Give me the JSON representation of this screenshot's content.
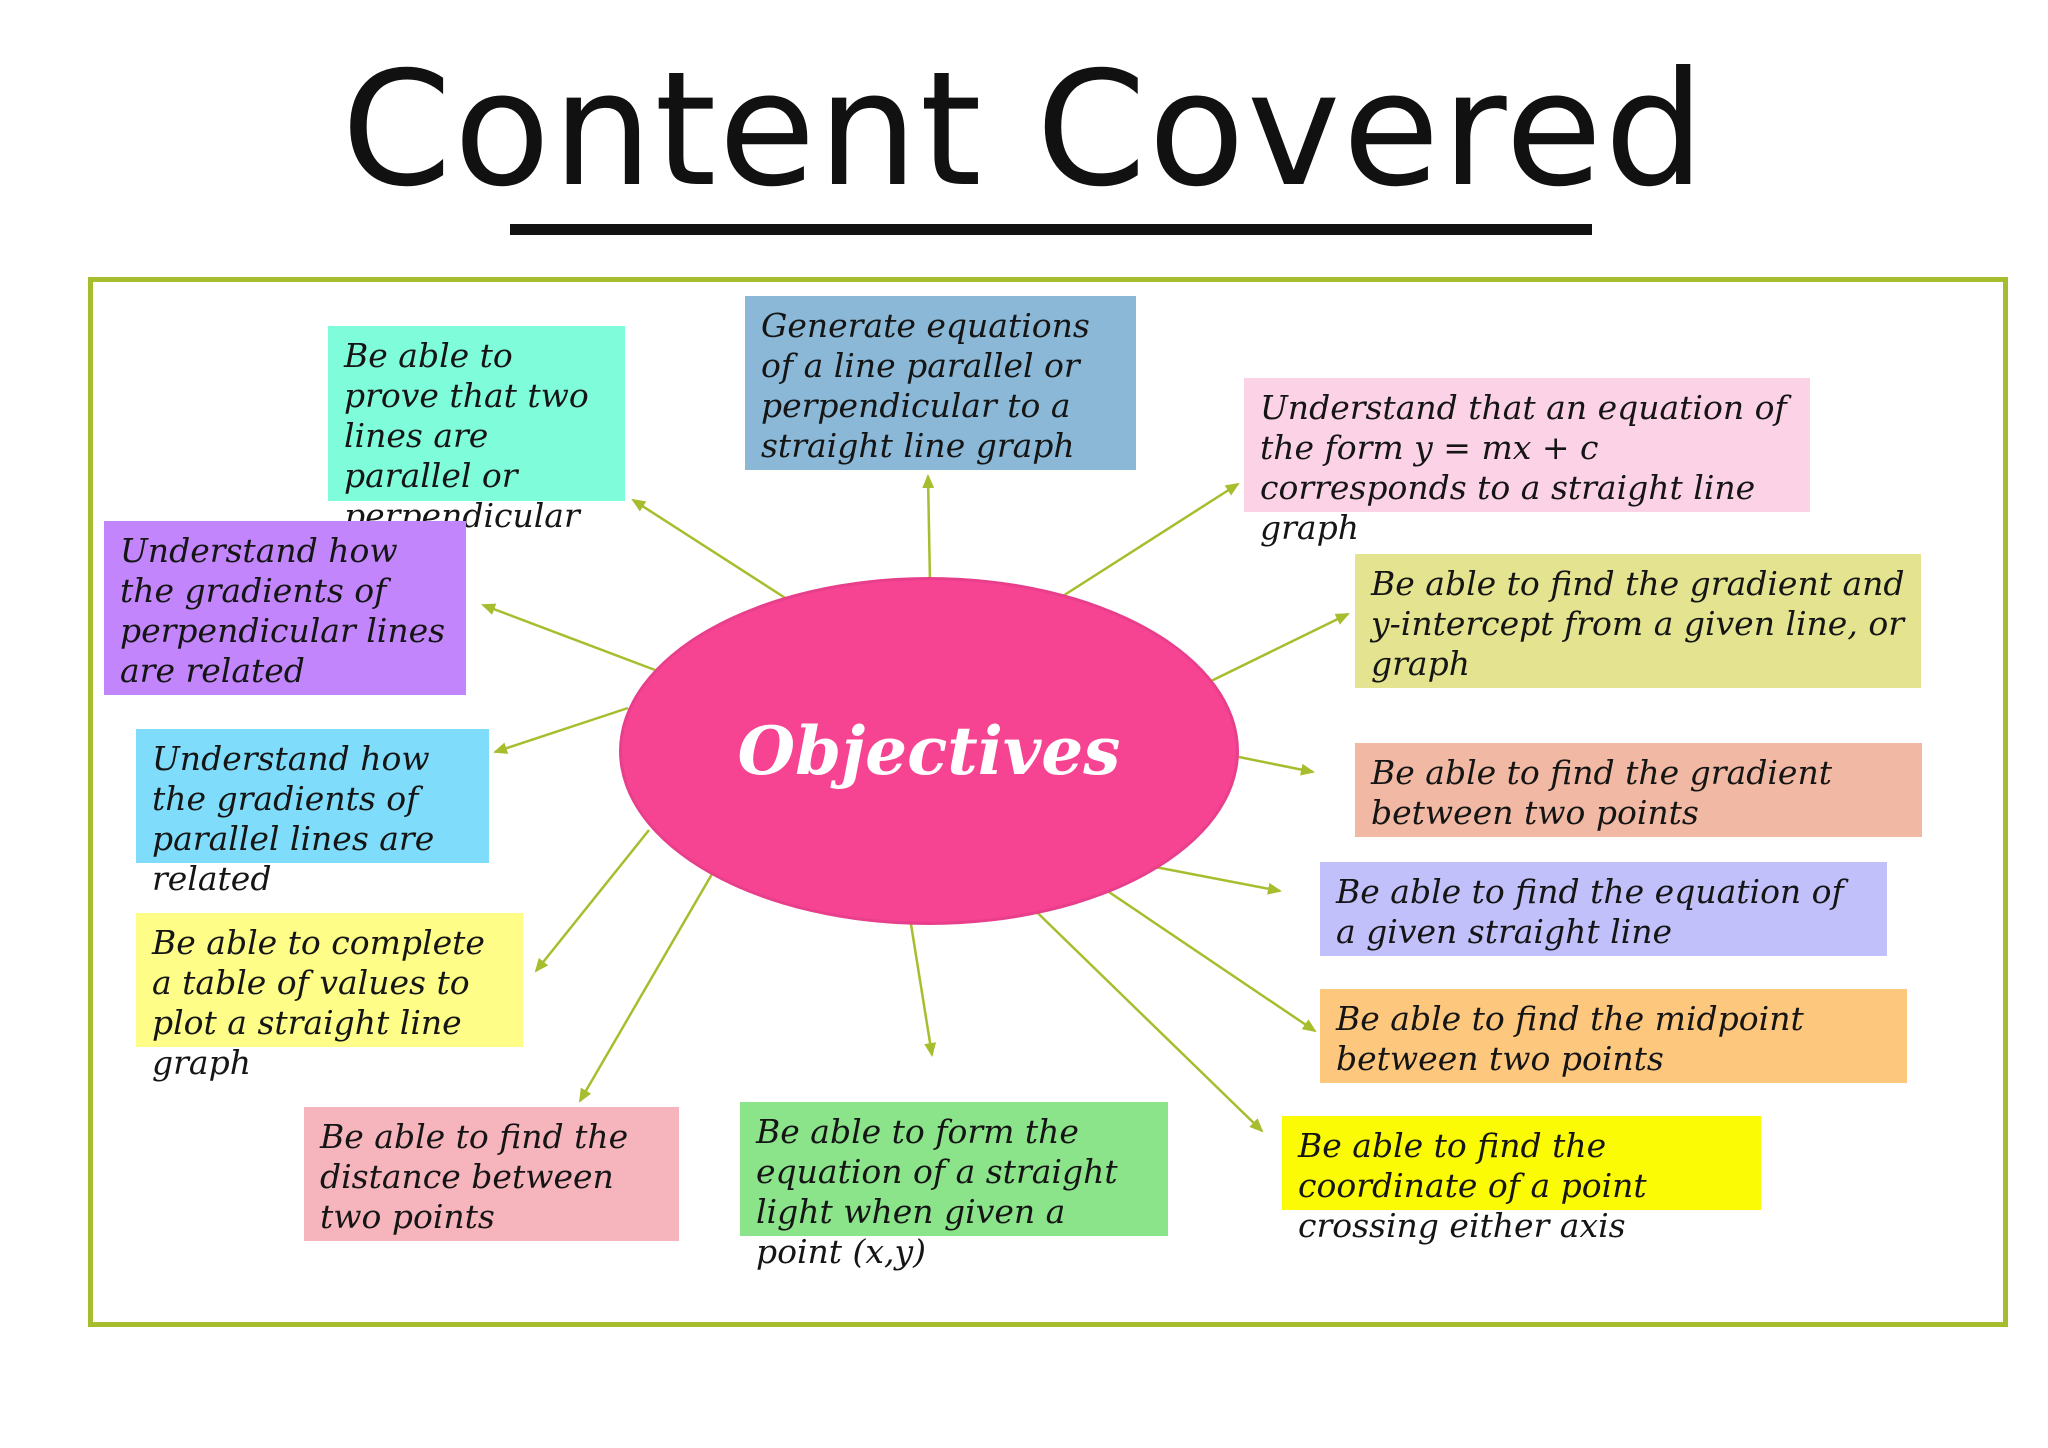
{
  "title": "Content Covered",
  "hub_label": "Objectives",
  "colors": {
    "frame_border": "#a8bd2e",
    "connector": "#a8bd2e",
    "hub": "#f64392"
  },
  "objectives": [
    {
      "text": "Be able to prove that two lines are parallel or perpendicular",
      "color": "#7ffcda"
    },
    {
      "text": "Generate equations of a line parallel or perpendicular to a straight line graph",
      "color": "#8ab8d6"
    },
    {
      "text": "Understand that an equation of the form y = mx + c corresponds to a straight line graph",
      "color": "#fcd3e6"
    },
    {
      "text": "Understand how the gradients of perpendicular lines are related",
      "color": "#c285fb"
    },
    {
      "text": "Be able to find the gradient and y-intercept from a given line, or graph",
      "color": "#e4e38f"
    },
    {
      "text": "Understand how the gradients of parallel lines are related",
      "color": "#7fdcfa"
    },
    {
      "text": "Be able to find the gradient between two points",
      "color": "#f1b9a3"
    },
    {
      "text": "Be able to find the equation of a given straight line",
      "color": "#c2c0fb"
    },
    {
      "text": "Be able to complete a table of values to plot a straight line graph",
      "color": "#fdfd87"
    },
    {
      "text": "Be able to find the midpoint between two points",
      "color": "#fdc77d"
    },
    {
      "text": "Be able to find the distance between two points",
      "color": "#f6b4bc"
    },
    {
      "text": "Be able to form the equation of a straight light when given a point (x,y)",
      "color": "#8be48a"
    },
    {
      "text": "Be able to find the coordinate of a point crossing either axis",
      "color": "#fbfb06"
    }
  ]
}
